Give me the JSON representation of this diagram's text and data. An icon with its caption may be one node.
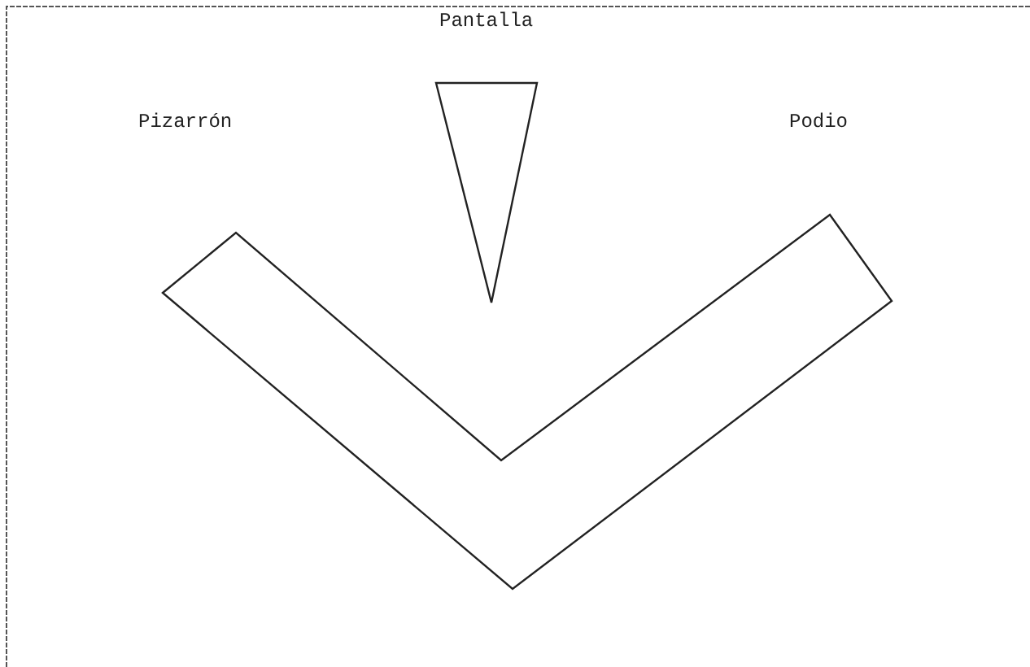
{
  "diagram": {
    "nodes": [
      {
        "text": [
          "Pantalla"
        ]
      }
    ],
    "labels": [
      "Pizarrón",
      "Podio"
    ]
  }
}
